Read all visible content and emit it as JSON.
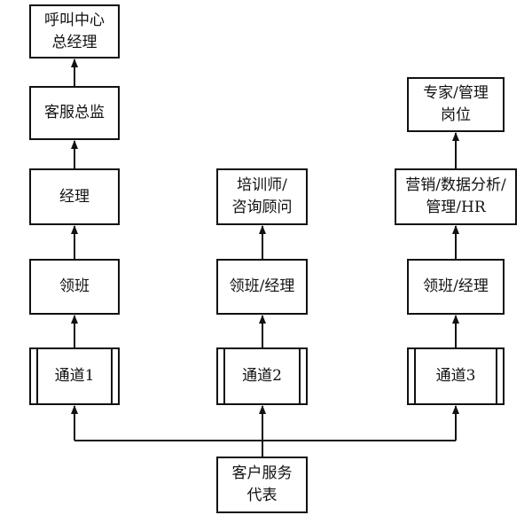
{
  "columns": [
    {
      "nodes": [
        {
          "lines": [
            "通道1"
          ],
          "kind": "channel"
        },
        {
          "lines": [
            "领班"
          ]
        },
        {
          "lines": [
            "经理"
          ]
        },
        {
          "lines": [
            "客服总监"
          ]
        },
        {
          "lines": [
            "呼叫中心",
            "总经理"
          ]
        }
      ]
    },
    {
      "nodes": [
        {
          "lines": [
            "通道2"
          ],
          "kind": "channel"
        },
        {
          "lines": [
            "领班/经理"
          ]
        },
        {
          "lines": [
            "培训师/",
            "咨询顾问"
          ]
        }
      ]
    },
    {
      "nodes": [
        {
          "lines": [
            "通道3"
          ],
          "kind": "channel"
        },
        {
          "lines": [
            "领班/经理"
          ]
        },
        {
          "lines": [
            "营销/数据分析/",
            "管理/HR"
          ]
        },
        {
          "lines": [
            "专家/管理",
            "岗位"
          ]
        }
      ]
    }
  ],
  "root": {
    "lines": [
      "客户服务",
      "代表"
    ]
  }
}
